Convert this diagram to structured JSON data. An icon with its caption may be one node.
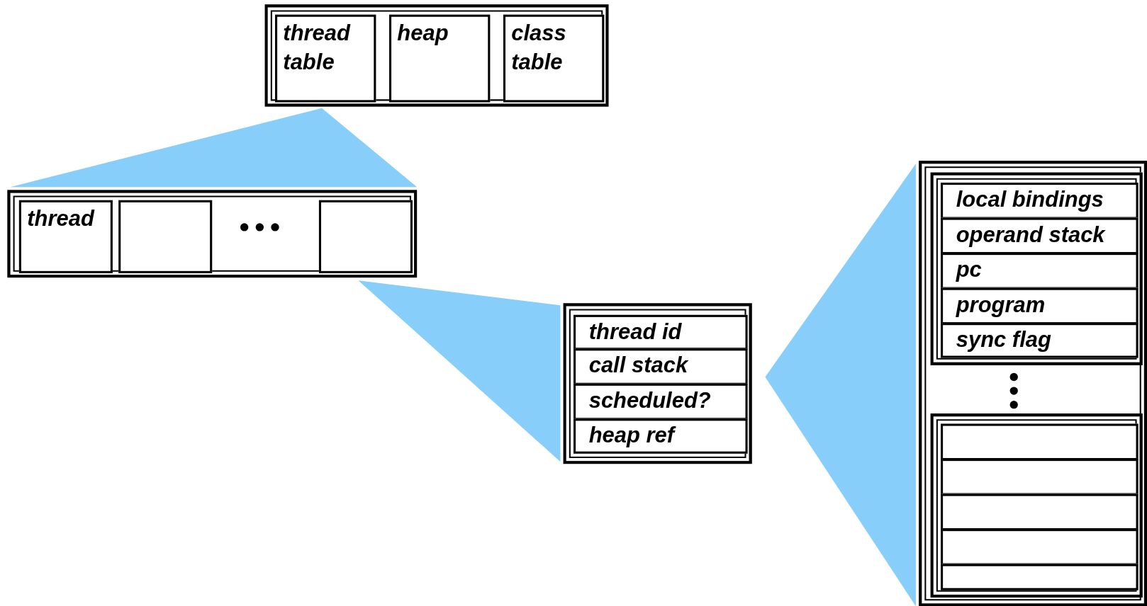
{
  "diagram": {
    "nodes": [
      {
        "text": [],
        "shape": "box"
      },
      {
        "text": [
          "thread table"
        ],
        "in": 0
      },
      {
        "text": [
          "heap"
        ],
        "in": 0
      },
      {
        "text": [
          "class table"
        ],
        "in": 0
      },
      {
        "text": [],
        "shape": "box"
      },
      {
        "text": [
          "thread"
        ],
        "in": 4
      },
      {
        "text": [],
        "shape": "box",
        "in": 4
      },
      {
        "text": [],
        "shape": "box",
        "in": 4
      },
      {
        "text": [],
        "shape": "box"
      },
      {
        "text": [
          "thread id"
        ],
        "in": 8
      },
      {
        "text": [
          "call stack"
        ],
        "in": 8
      },
      {
        "text": [
          "scheduled?"
        ],
        "in": 8
      },
      {
        "text": [
          "heap ref"
        ],
        "in": 8
      },
      {
        "text": [],
        "shape": "box"
      },
      {
        "text": [],
        "shape": "box",
        "in": 13
      },
      {
        "text": [
          "local bindings"
        ],
        "in": 14
      },
      {
        "text": [
          "operand stack"
        ],
        "in": 14
      },
      {
        "text": [
          "pc"
        ],
        "in": 14
      },
      {
        "text": [
          "program"
        ],
        "in": 14
      },
      {
        "text": [
          "sync flag"
        ],
        "in": 14
      },
      {
        "text": [],
        "shape": "box",
        "in": 13
      },
      {
        "text": [],
        "shape": "box",
        "in": 20
      },
      {
        "text": [],
        "shape": "box",
        "in": 20
      },
      {
        "text": [],
        "shape": "box",
        "in": 20
      },
      {
        "text": [],
        "shape": "box",
        "in": 20
      },
      {
        "text": [],
        "shape": "box",
        "in": 20
      },
      {
        "text": [],
        "shape": "triangle"
      },
      {
        "text": [],
        "shape": "triangle"
      },
      {
        "text": [],
        "shape": "triangle"
      }
    ]
  }
}
